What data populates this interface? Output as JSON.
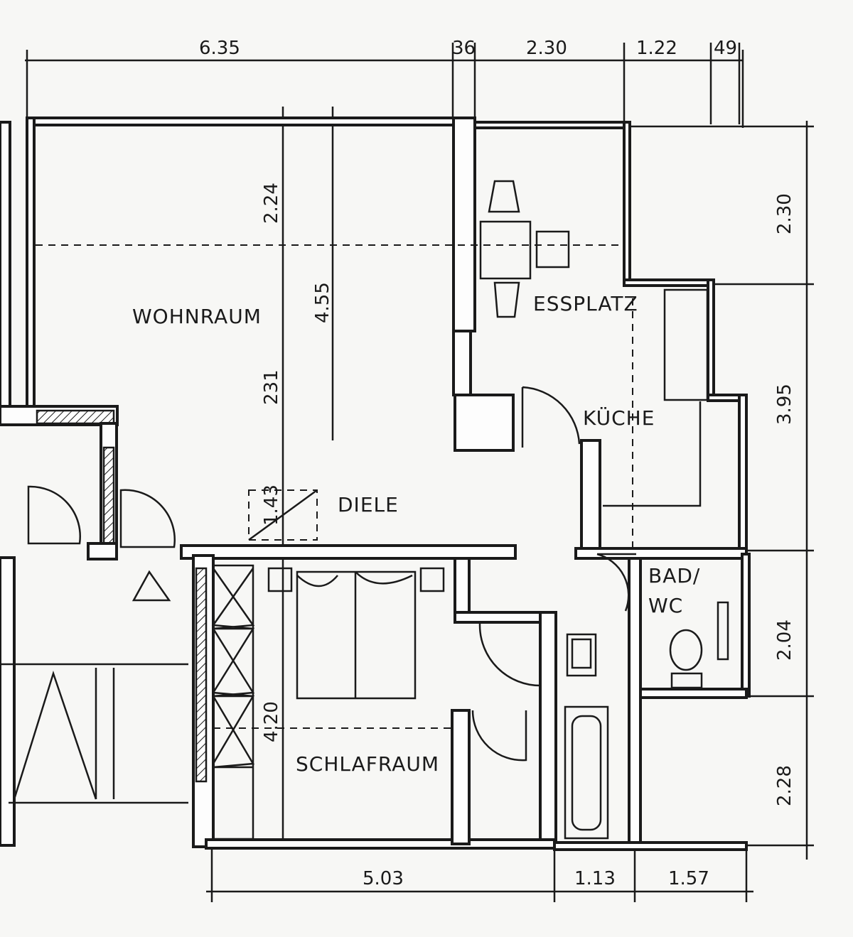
{
  "rooms": {
    "wohnraum": "WOHNRAUM",
    "essplatz": "ESSPLATZ",
    "kueche": "KÜCHE",
    "diele": "DIELE",
    "bad_line1": "BAD/",
    "bad_line2": "WC",
    "schlafraum": "SCHLAFRAUM"
  },
  "dimensions": {
    "top": [
      "6.35",
      "36",
      "2.30",
      "1.22",
      "49"
    ],
    "right": [
      "2.30",
      "3.95",
      "2.04",
      "2.28"
    ],
    "bottom": [
      "5.03",
      "1.13",
      "1.57"
    ],
    "inner": [
      "2.24",
      "4.55",
      "231",
      "1.43",
      "4.20"
    ]
  }
}
